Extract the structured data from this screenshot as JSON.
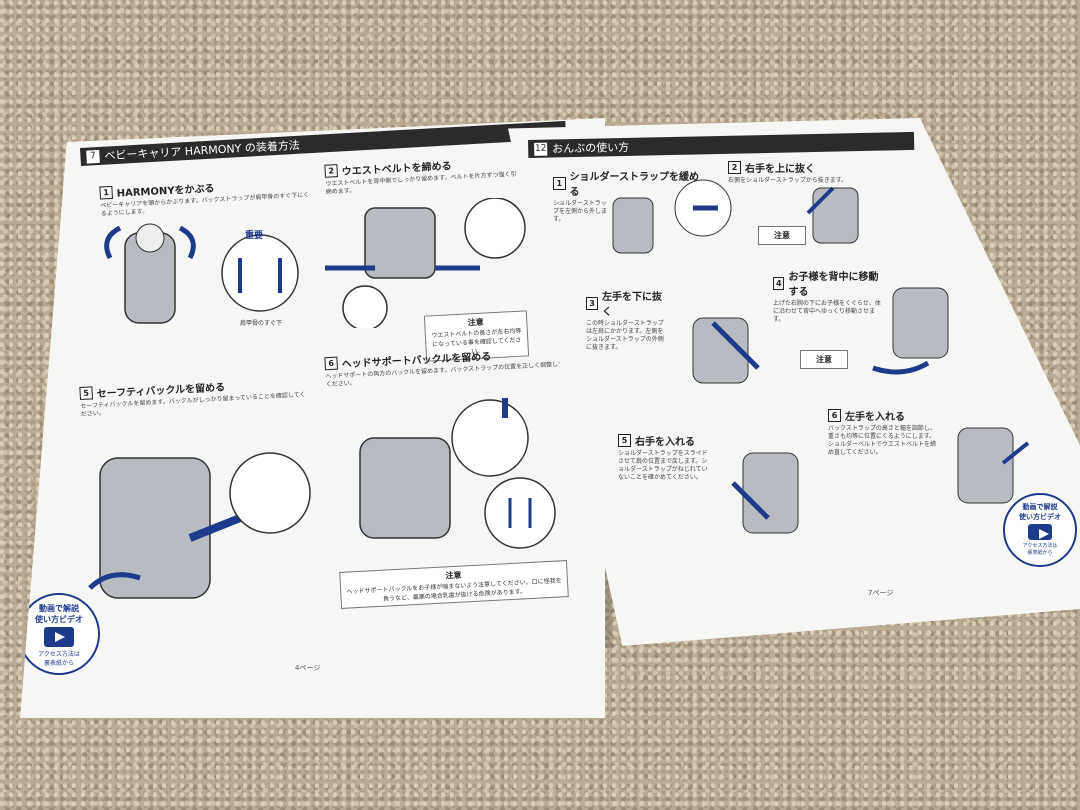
{
  "left": {
    "section_num": "7",
    "section_title": "ベビーキャリア HARMONY の装着方法",
    "steps": [
      {
        "n": "1",
        "title": "HARMONYをかぶる",
        "desc": "ベビーキャリアを頭からかぶります。バックストラップが肩甲骨のすぐ下にくるようにします。"
      },
      {
        "n": "2",
        "title": "ウエストベルトを締める",
        "desc": "ウエストベルトを背中側でしっかり留めます。ベルトを片方ずつ強く引っ張って締めます。"
      },
      {
        "n": "5",
        "title": "セーフティバックルを留める",
        "desc": "セーフティバックルを留めます。バックルがしっかり留まっていることを確認してください。"
      },
      {
        "n": "6",
        "title": "ヘッドサポートバックルを留める",
        "desc": "ヘッドサポートの両方のバックルを留めます。バックストラップの位置を正しく調整してください。"
      }
    ],
    "important_label": "重要",
    "shoulder_label": "肩甲骨のすぐ下",
    "caution1_title": "注意",
    "caution1_text": "ウエストベルトの長さが左右均等になっている事を確認してください。",
    "caution2_title": "注意",
    "caution2_text": "ヘッドサポートバックルをお子様が噛まないよう注意してください。口に怪我を負うなど、最悪の場合乳歯が抜ける危険があります。",
    "video_line1": "動画で解説",
    "video_line2": "使い方ビデオ",
    "video_line3": "アクセス方法は",
    "video_line4": "裏表紙から",
    "page_number": "4ページ"
  },
  "right": {
    "section_num": "12",
    "section_title": "おんぶの使い方",
    "steps": [
      {
        "n": "1",
        "title": "ショルダーストラップを緩める",
        "desc": "ショルダーストラップを左側から外します。"
      },
      {
        "n": "2",
        "title": "右手を上に抜く",
        "desc": "右側をショルダーストラップから抜きます。"
      },
      {
        "n": "3",
        "title": "左手を下に抜く",
        "desc": "この時ショルダーストラップは左肩にかかります。左側をショルダーストラップの外側に抜きます。"
      },
      {
        "n": "4",
        "title": "お子様を背中に移動する",
        "desc": "上げた右腕の下にお子様をくぐらせ、体に沿わせて背中へゆっくり移動させます。"
      },
      {
        "n": "5",
        "title": "右手を入れる",
        "desc": "ショルダーストラップをスライドさせて肩の位置まで戻します。ショルダーストラップがねじれていないことを確かめてください。"
      },
      {
        "n": "6",
        "title": "左手を入れる",
        "desc": "バックストラップの高さと幅を調節し、重さも均等に位置にくるようにします。ショルダーベルトでウエストベルトを締め直してください。"
      }
    ],
    "caution_a_title": "注意",
    "caution_b_title": "注意",
    "video_line1": "動画で解説",
    "video_line2": "使い方ビデオ",
    "video_line3": "アクセス方法は",
    "video_line4": "裏表紙から",
    "page_number": "7ページ"
  }
}
